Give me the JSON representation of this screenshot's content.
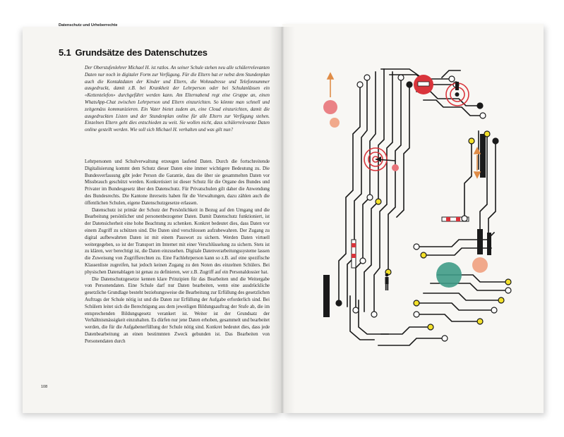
{
  "left_page": {
    "running_head": "Datenschutz und Urheberrechte",
    "section_number": "5.1",
    "section_title": "Grundsätze des Datenschutzes",
    "intro": "Der Oberstufenlehrer Michael H. ist ratlos. An seiner Schule stehen neu alle schülerrelevanten Daten nur noch in digitaler Form zur Verfügung. Für die Eltern hat er nebst dem Stundenplan auch die Kontaktdaten der Kinder und Eltern, die Wohnadresse und Telefonnummer ausgedruckt, damit z.B. bei Krankheit der Lehrperson oder bei Schulanlässen ein «Kettentelefon» durchgeführt werden kann. Am Elternabend regt eine Gruppe an, einen WhatsApp-Chat zwischen Lehrperson und Eltern einzurichten. So könnte man schnell und zeitgemäss kommunizieren. Ein Vater bietet zudem an, eine Cloud einzurichten, damit die ausgedruckten Listen und der Stundenplan online für alle Eltern zur Verfügung stehen. Einzelnen Eltern geht dies entschieden zu weit. Sie wollen nicht, dass schülerrelevante Daten online gestellt werden. Wie soll sich Michael H. verhalten und was gilt nun?",
    "paragraphs": [
      "Lehrpersonen und Schulverwaltung erzeugen laufend Daten. Durch die fortschreitende Digitalisierung kommt dem Schutz dieser Daten eine immer wichtigere Bedeutung zu. Die Bundesverfassung gibt jeder Person die Garantie, dass die über sie gesammelten Daten vor Missbrauch geschützt werden. Konkretisiert ist dieser Schutz für die Organe des Bundes und Privater im Bundesgesetz über den Datenschutz. Für Privatschulen gilt daher die Anwendung des Bundesrechts. Die Kantone ihrerseits haben für die Verwaltungen, dazu zählen auch die öffentlichen Schulen, eigene Datenschutzgesetze erlassen.",
      "Datenschutz ist primär der Schutz der Persönlichkeit in Bezug auf den Umgang und die Bearbeitung persönlicher und personenbezogener Daten. Damit Datenschutz funktioniert, ist der Datensicherheit eine hohe Beachtung zu schenken. Konkret bedeutet dies, dass Daten vor einem Zugriff zu schützen sind. Die Daten sind verschlossen aufzubewahren. Der Zugang zu digital aufbewahrten Daten ist mit einem Passwort zu sichern. Werden Daten virtuell weitergegeben, so ist der Transport im Internet mit einer Verschlüsselung zu sichern. Stets ist zu klären, wer berechtigt ist, die Daten einzusehen. Digitale Datenverarbeitungssysteme lassen die Zuweisung von Zugriffsrechten zu. Eine Fachlehrperson kann so z.B. auf eine spezifische Klassenliste zugreifen, hat jedoch keinen Zugang zu den Noten des einzelnen Schülers. Bei physischen Datenablagen ist genau zu definieren, wer z.B. Zugriff auf ein Personaldossier hat.",
      "Die Datenschutzgesetze kennen klare Prinzipien für das Bearbeiten und die Weitergabe von Personendaten. Eine Schule darf nur Daten bearbeiten, wenn eine ausdrückliche gesetzliche Grundlage besteht beziehungsweise die Bearbeitung zur Erfüllung des gesetzlichen Auftrags der Schule nötig ist und die Daten zur Erfüllung der Aufgabe erforderlich sind. Bei Schülern leitet sich die Berechtigung aus dem jeweiligen Bildungsauftrag der Stufe ab, die im entsprechenden Bildungsgesetz verankert ist. Weiter ist der Grundsatz der Verhältnismässigkeit einzuhalten. Es dürfen nur jene Daten erhoben, gesammelt und bearbeitet werden, die für die Aufgabenerfüllung der Schule nötig sind. Konkret bedeutet dies, dass jede Datenbearbeitung an einen bestimmten Zweck gebunden ist. Das Bearbeiten von Personendaten durch"
    ],
    "page_number": "108"
  },
  "right_page": {
    "illustration_icon": "circuit-letter-d-illustration",
    "colors": {
      "red": "#d9343b",
      "pink": "#e8747a",
      "peach": "#f0a080",
      "yellow": "#f3e02a",
      "teal": "#3f9b87",
      "orange_arrow": "#e08c47",
      "ink": "#1a1a1a"
    }
  }
}
